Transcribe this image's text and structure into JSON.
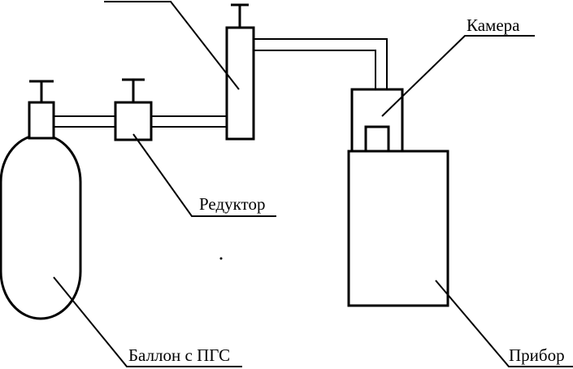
{
  "labels": {
    "chamber": "Камера",
    "reducer": "Редуктор",
    "cylinder": "Баллон с ПГС",
    "device": "Прибор"
  }
}
